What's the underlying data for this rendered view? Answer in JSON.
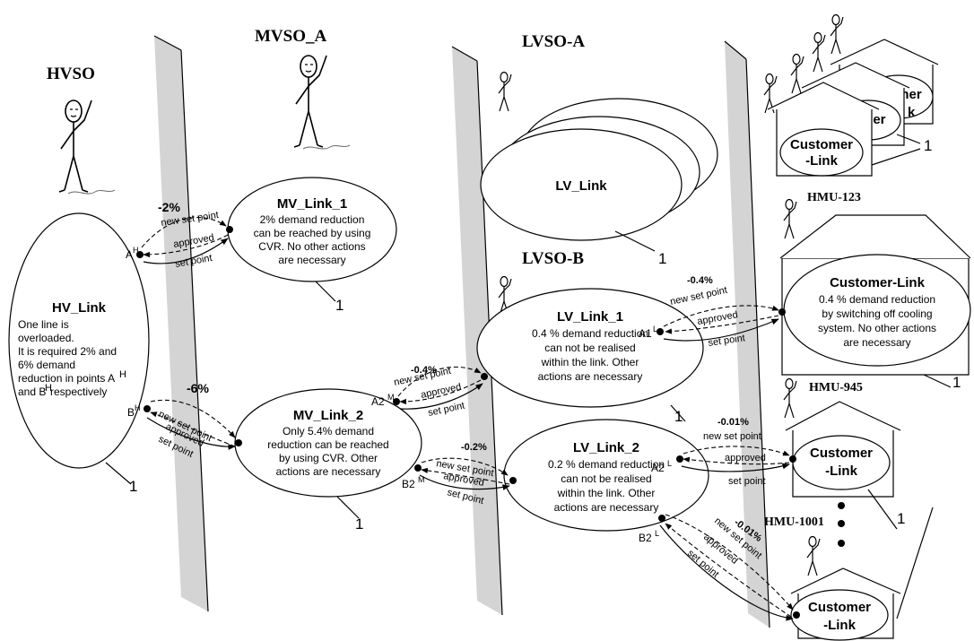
{
  "operators": {
    "hvso": "HVSO",
    "mvso": "MVSO_A",
    "lvso_a": "LVSO-A",
    "lvso_b": "LVSO-B",
    "hmu_123": "HMU-123",
    "hmu_945": "HMU-945",
    "hmu_1001": "HMU-1001"
  },
  "hv_link": {
    "title": "HV_Link",
    "lines": [
      "One line is",
      "overloaded.",
      "It is required 2% and",
      "6% demand",
      "reduction in points A",
      "and B",
      "  respectively"
    ],
    "sup": "H"
  },
  "mv_link_1": {
    "title": "MV_Link_1",
    "lines": [
      "2% demand reduction",
      "can be reached by using",
      "CVR. No other actions",
      "are necessary"
    ]
  },
  "mv_link_2": {
    "title": "MV_Link_2",
    "lines": [
      "Only 5.4% demand",
      "reduction can be reached",
      "by using CVR.  Other",
      "actions are necessary"
    ]
  },
  "lv_link": {
    "title": "LV_Link"
  },
  "lv_link_1": {
    "title": "LV_Link_1",
    "lines": [
      "0.4 % demand reduction",
      "can not be realised",
      "within the link. Other",
      "actions are necessary"
    ]
  },
  "lv_link_2": {
    "title": "LV_Link_2",
    "lines": [
      "0.2 % demand reduction",
      "can not be realised",
      "within the link. Other",
      "actions are necessary"
    ]
  },
  "customer_link_123": {
    "title": "Customer-Link",
    "lines": [
      "0.4 % demand reduction",
      "by switching off cooling",
      "system. No other actions",
      "are necessary"
    ]
  },
  "customer_link": {
    "line1": "Customer",
    "line2": "-Link"
  },
  "customer_stack_partial": {
    "a": "tomer",
    "b": "k",
    "c": "mer"
  },
  "points": {
    "a": "A",
    "b": "B",
    "a2": "A2",
    "b2": "B2",
    "a1": "A1",
    "sup_h": "H",
    "sup_m": "M",
    "sup_l": "L"
  },
  "arrows": {
    "new_set_point": "new set point",
    "approved": "approved",
    "set_point": "set point"
  },
  "percentages": {
    "hv_mv1": "-2%",
    "hv_mv2": "-6%",
    "mv2_lv1": "-0.4%",
    "mv2_lv2": "-0.2%",
    "lv1_cust": "-0.4%",
    "lv2_cust945": "-0.01%",
    "lv2_cust1001": "-0.01%"
  },
  "multiplicity": "1",
  "ellipsis_dots": "•"
}
